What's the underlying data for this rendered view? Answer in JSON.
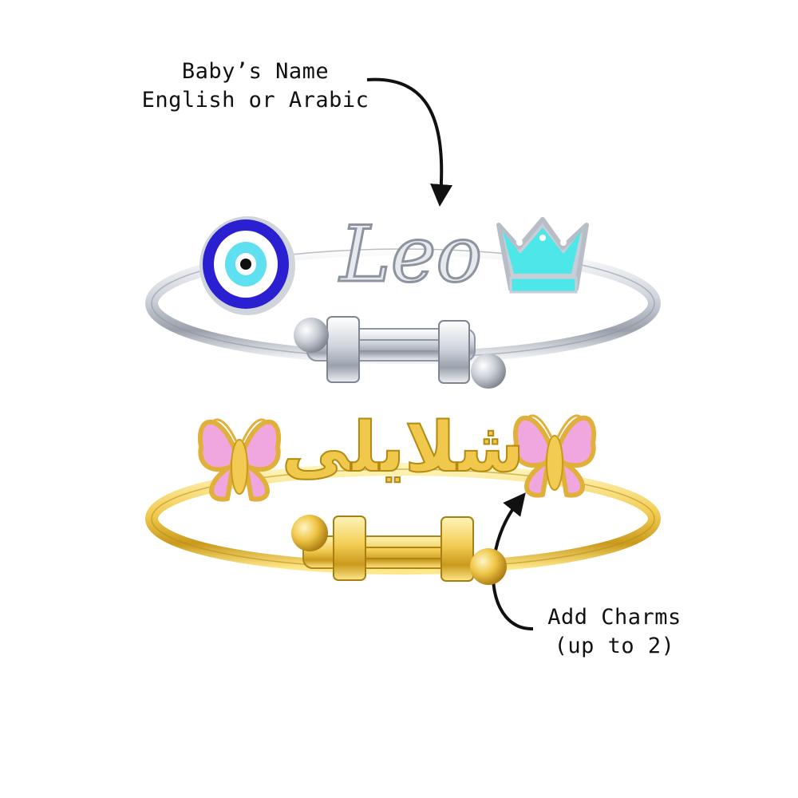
{
  "callouts": {
    "name": {
      "line1": "Baby’s Name",
      "line2": "English or Arabic"
    },
    "charms": {
      "line1": "Add Charms",
      "line2": "(up to 2)"
    }
  },
  "bangles": {
    "silver": {
      "name": "Leo",
      "metal": "#d8dce3",
      "charms": [
        "evil-eye",
        "crown"
      ]
    },
    "gold": {
      "name": "شلايلى",
      "metal": "#e8c24a",
      "charms": [
        "butterfly",
        "butterfly"
      ]
    }
  },
  "colors": {
    "evil_eye_blue": "#2a1fd1",
    "crown_cyan": "#4de7ea",
    "butterfly_pink": "#f0a7e0",
    "ink": "#111111"
  }
}
